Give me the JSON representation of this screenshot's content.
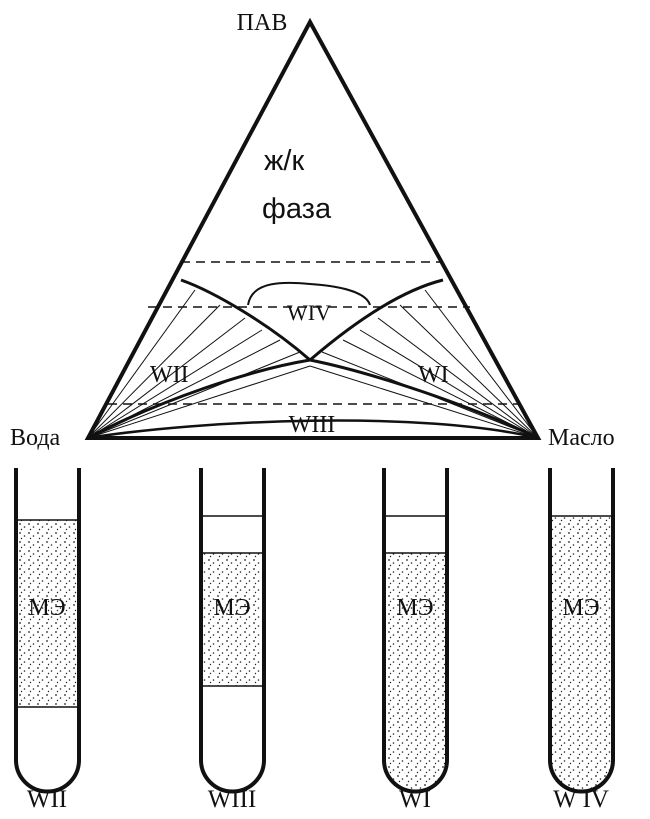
{
  "diagram": {
    "vertex_top": "ПАВ",
    "vertex_left": "Вода",
    "vertex_right": "Масло",
    "lc_phase_line1": "ж/к",
    "lc_phase_line2": "фаза",
    "region_wiv": "WIV",
    "region_wii": "WII",
    "region_wi": "WI",
    "region_wiii": "WIII"
  },
  "tubes": [
    {
      "me_label": "МЭ",
      "type_label": "WII"
    },
    {
      "me_label": "МЭ",
      "type_label": "WIII"
    },
    {
      "me_label": "МЭ",
      "type_label": "WI"
    },
    {
      "me_label": "МЭ",
      "type_label": "W IV"
    }
  ]
}
